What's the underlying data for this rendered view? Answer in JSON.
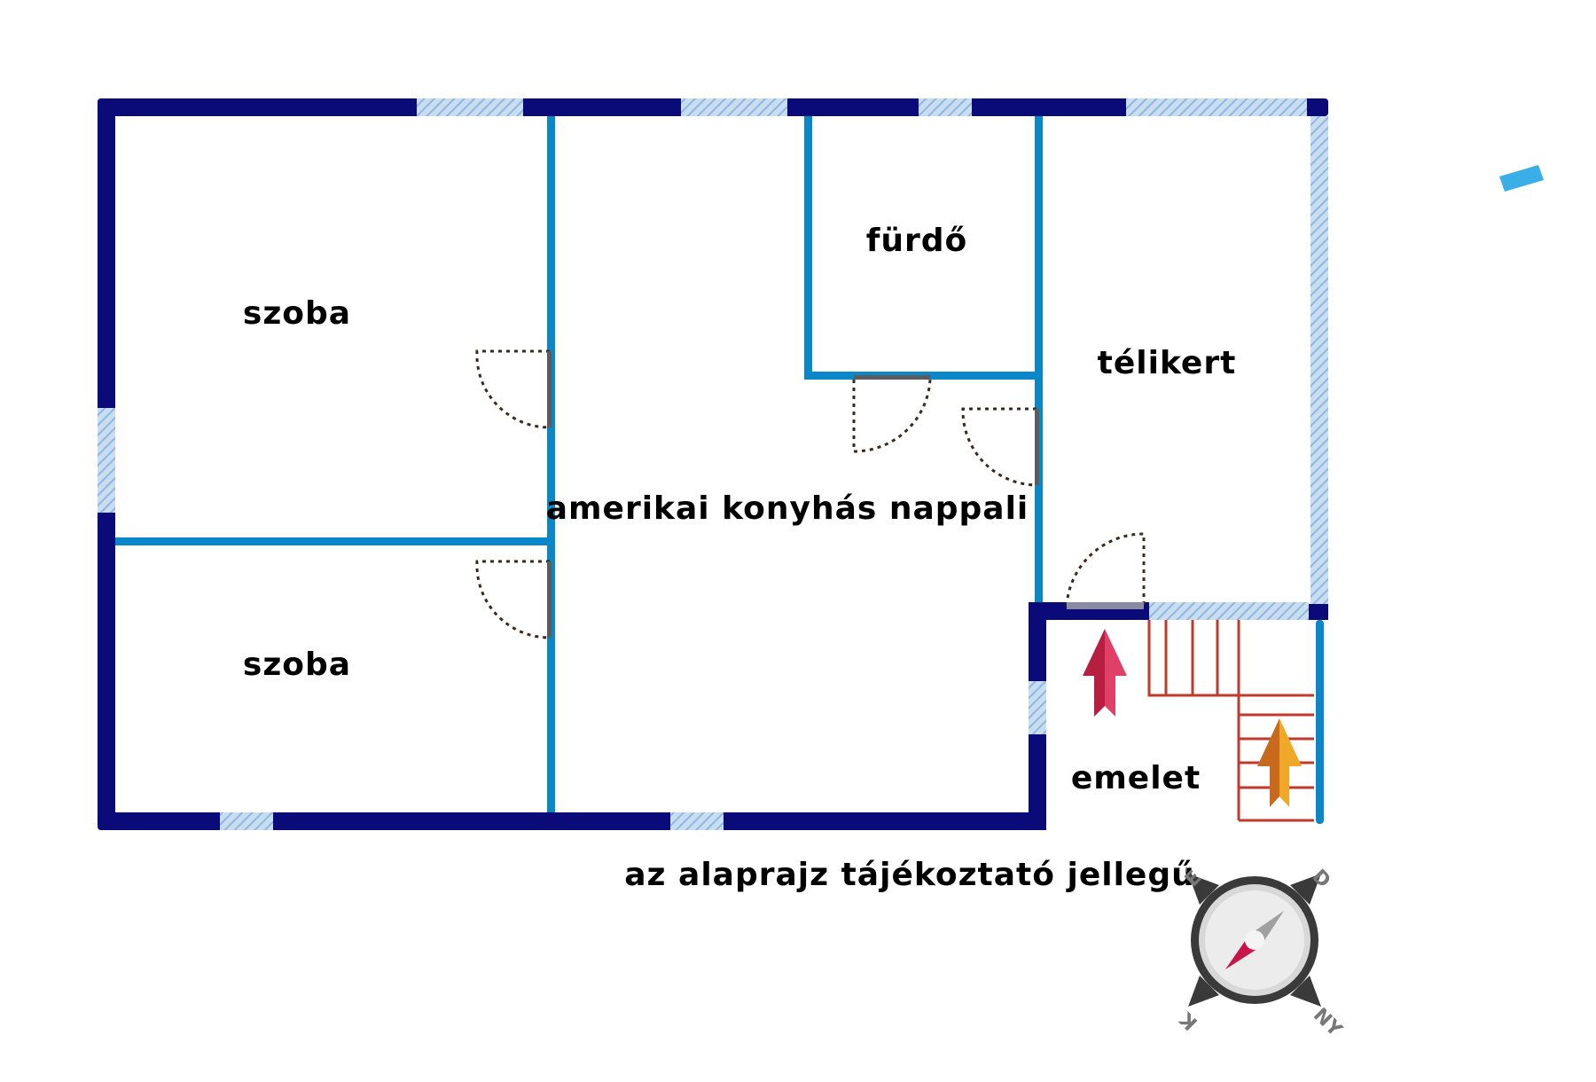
{
  "rooms": {
    "szoba_top": "szoba",
    "szoba_bottom": "szoba",
    "furdo": "fürdő",
    "telikert": "télikert",
    "nappali": "amerikai konyhás nappali",
    "emelet": "emelet"
  },
  "note": "az alaprajz tájékoztató jellegű",
  "compass": {
    "north": "É",
    "east": "K",
    "south": "D",
    "west": "NY"
  },
  "colors": {
    "outer_wall": "#0a0a78",
    "inner_wall": "#0a87c8",
    "window": "#9cc3e6",
    "door_swing": "#3a2a1e",
    "stair": "#c0392b",
    "arrow_red": "#d42a52",
    "arrow_orange": "#e89a1e",
    "compass_needle_red": "#c8144b",
    "compass_needle_grey": "#a0a0a0",
    "marker_blue": "#3aaee6"
  }
}
